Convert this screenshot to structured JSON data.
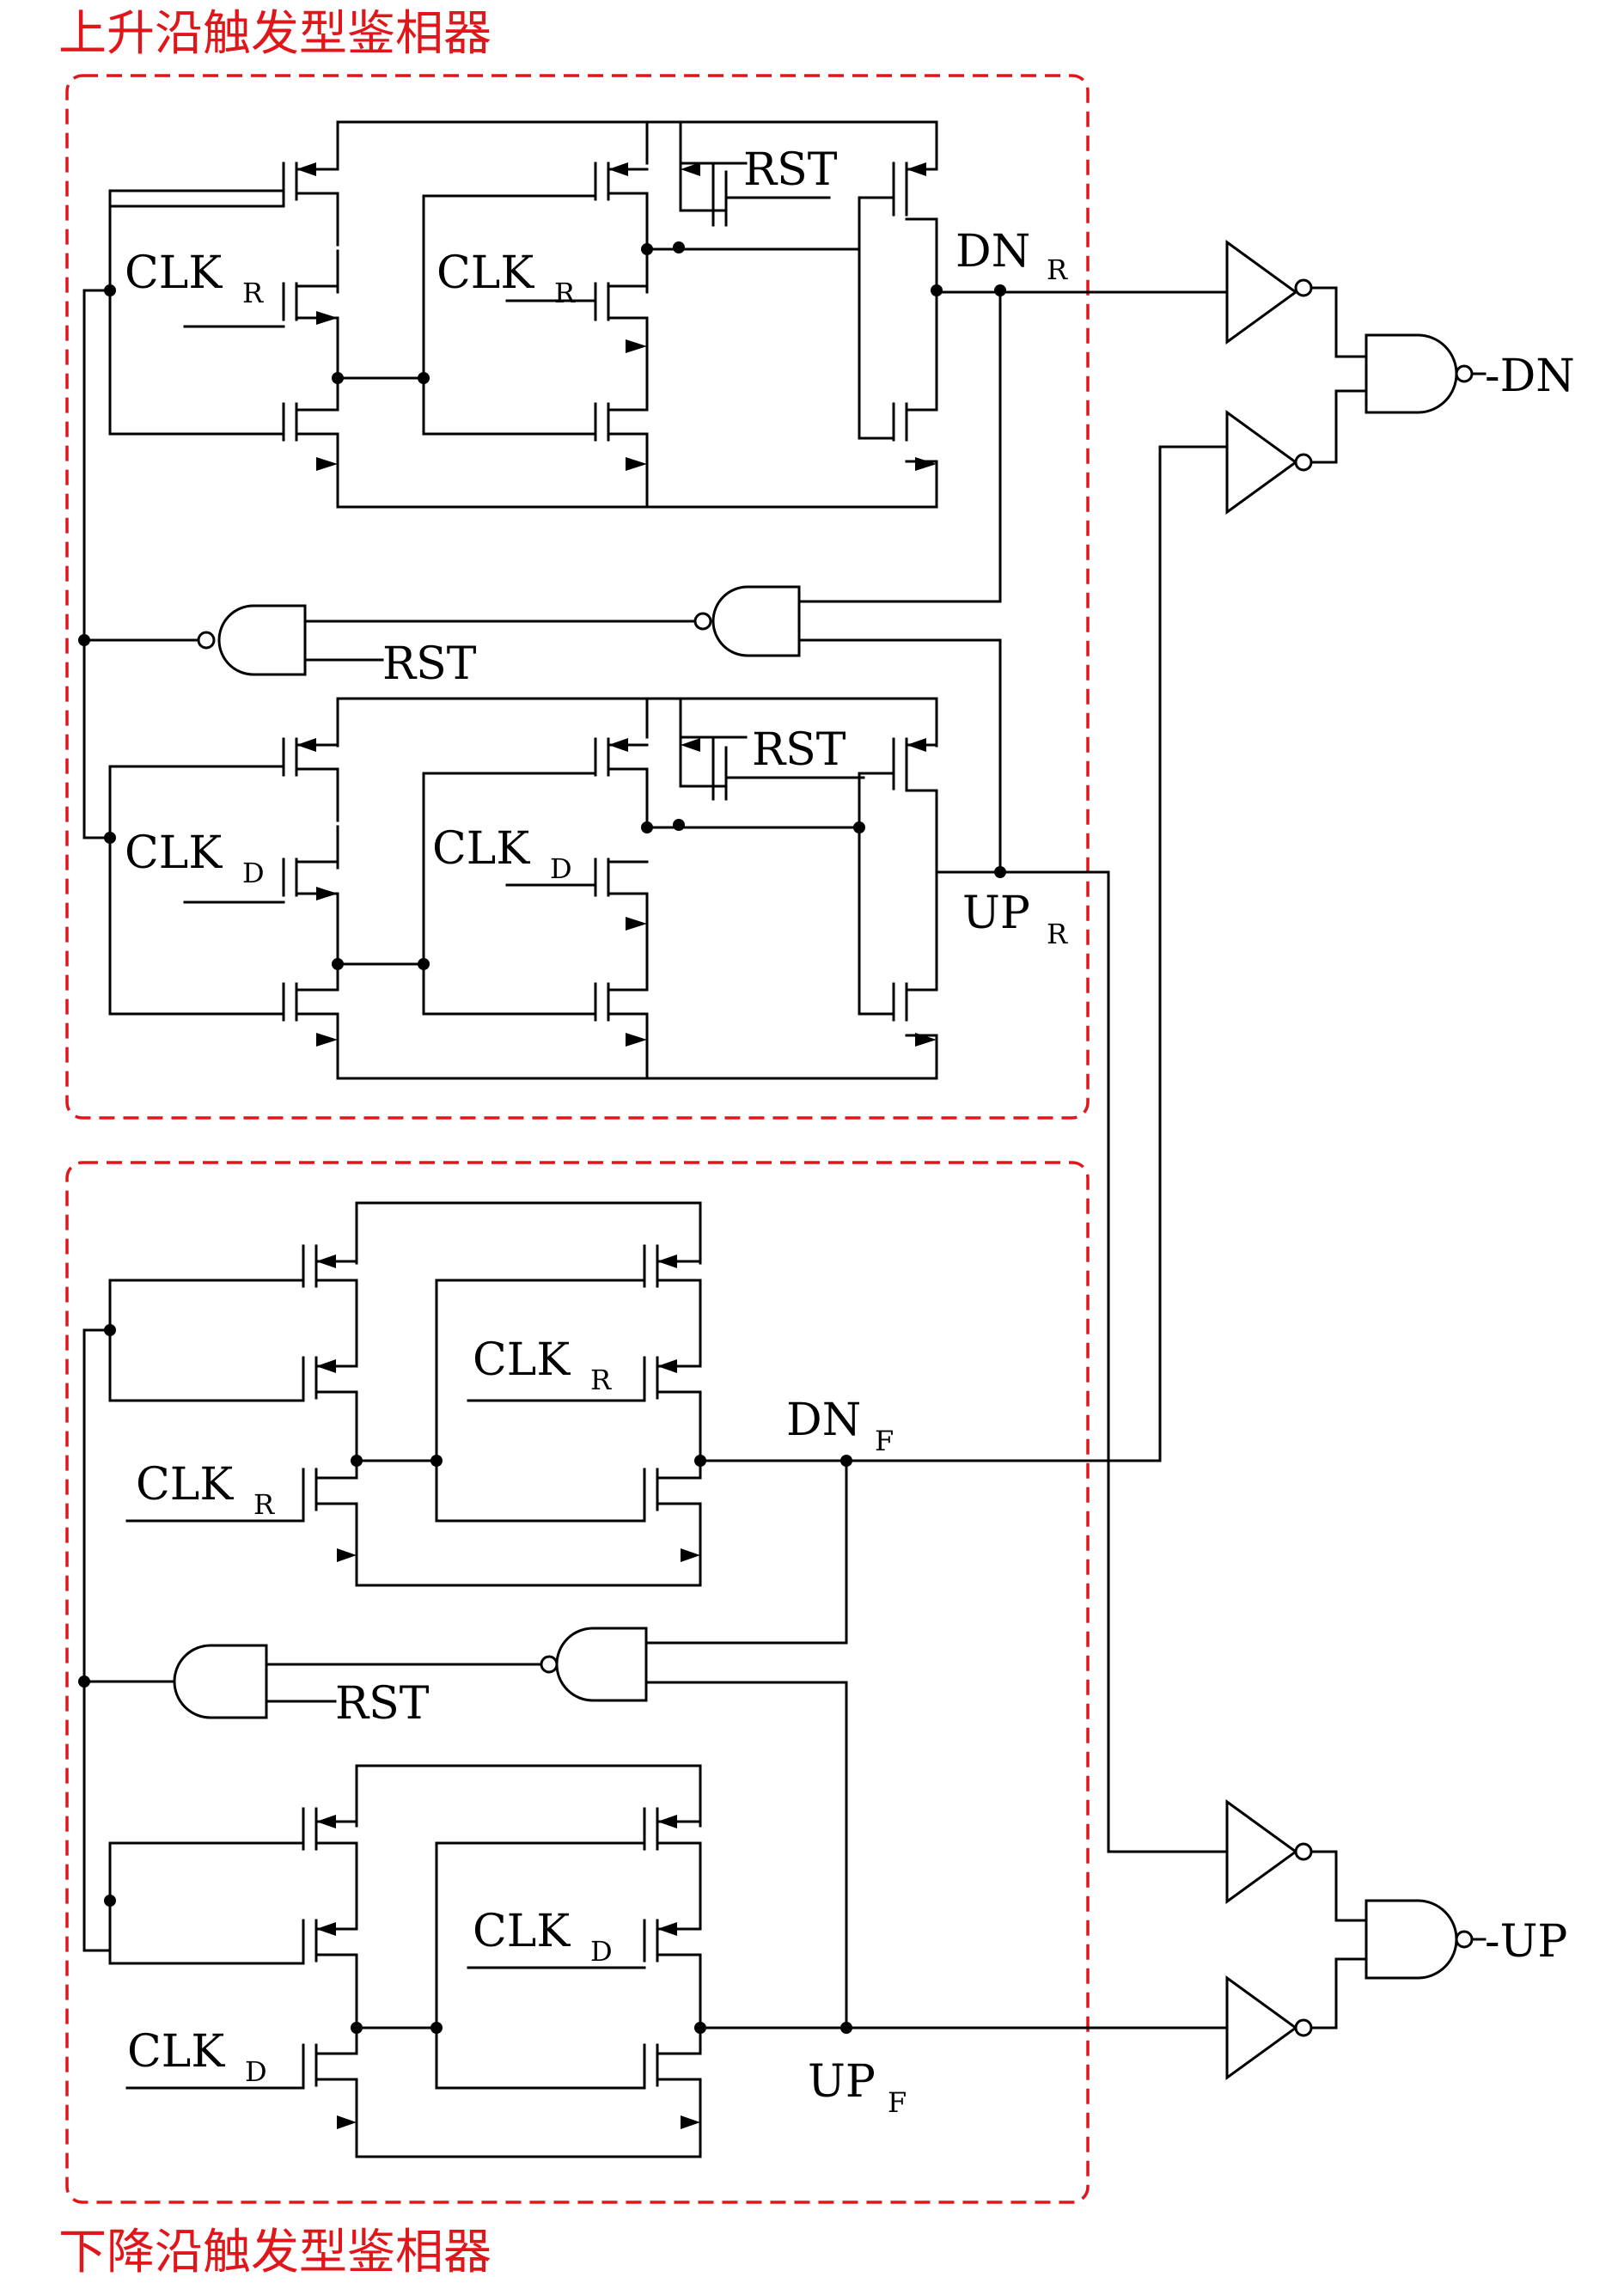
{
  "diagram": {
    "titles": {
      "rising": "上升沿触发型鉴相器",
      "falling": "下降沿触发型鉴相器"
    },
    "labels": {
      "clk": "CLK",
      "sub_r": "R",
      "sub_d": "D",
      "sub_f": "F",
      "rst": "RST",
      "dn": "DN",
      "up": "UP",
      "out_dn": "-DN",
      "out_up": "-UP"
    },
    "colors": {
      "wire": "#000000",
      "box": "#e0161b",
      "title": "#e0161b"
    }
  }
}
